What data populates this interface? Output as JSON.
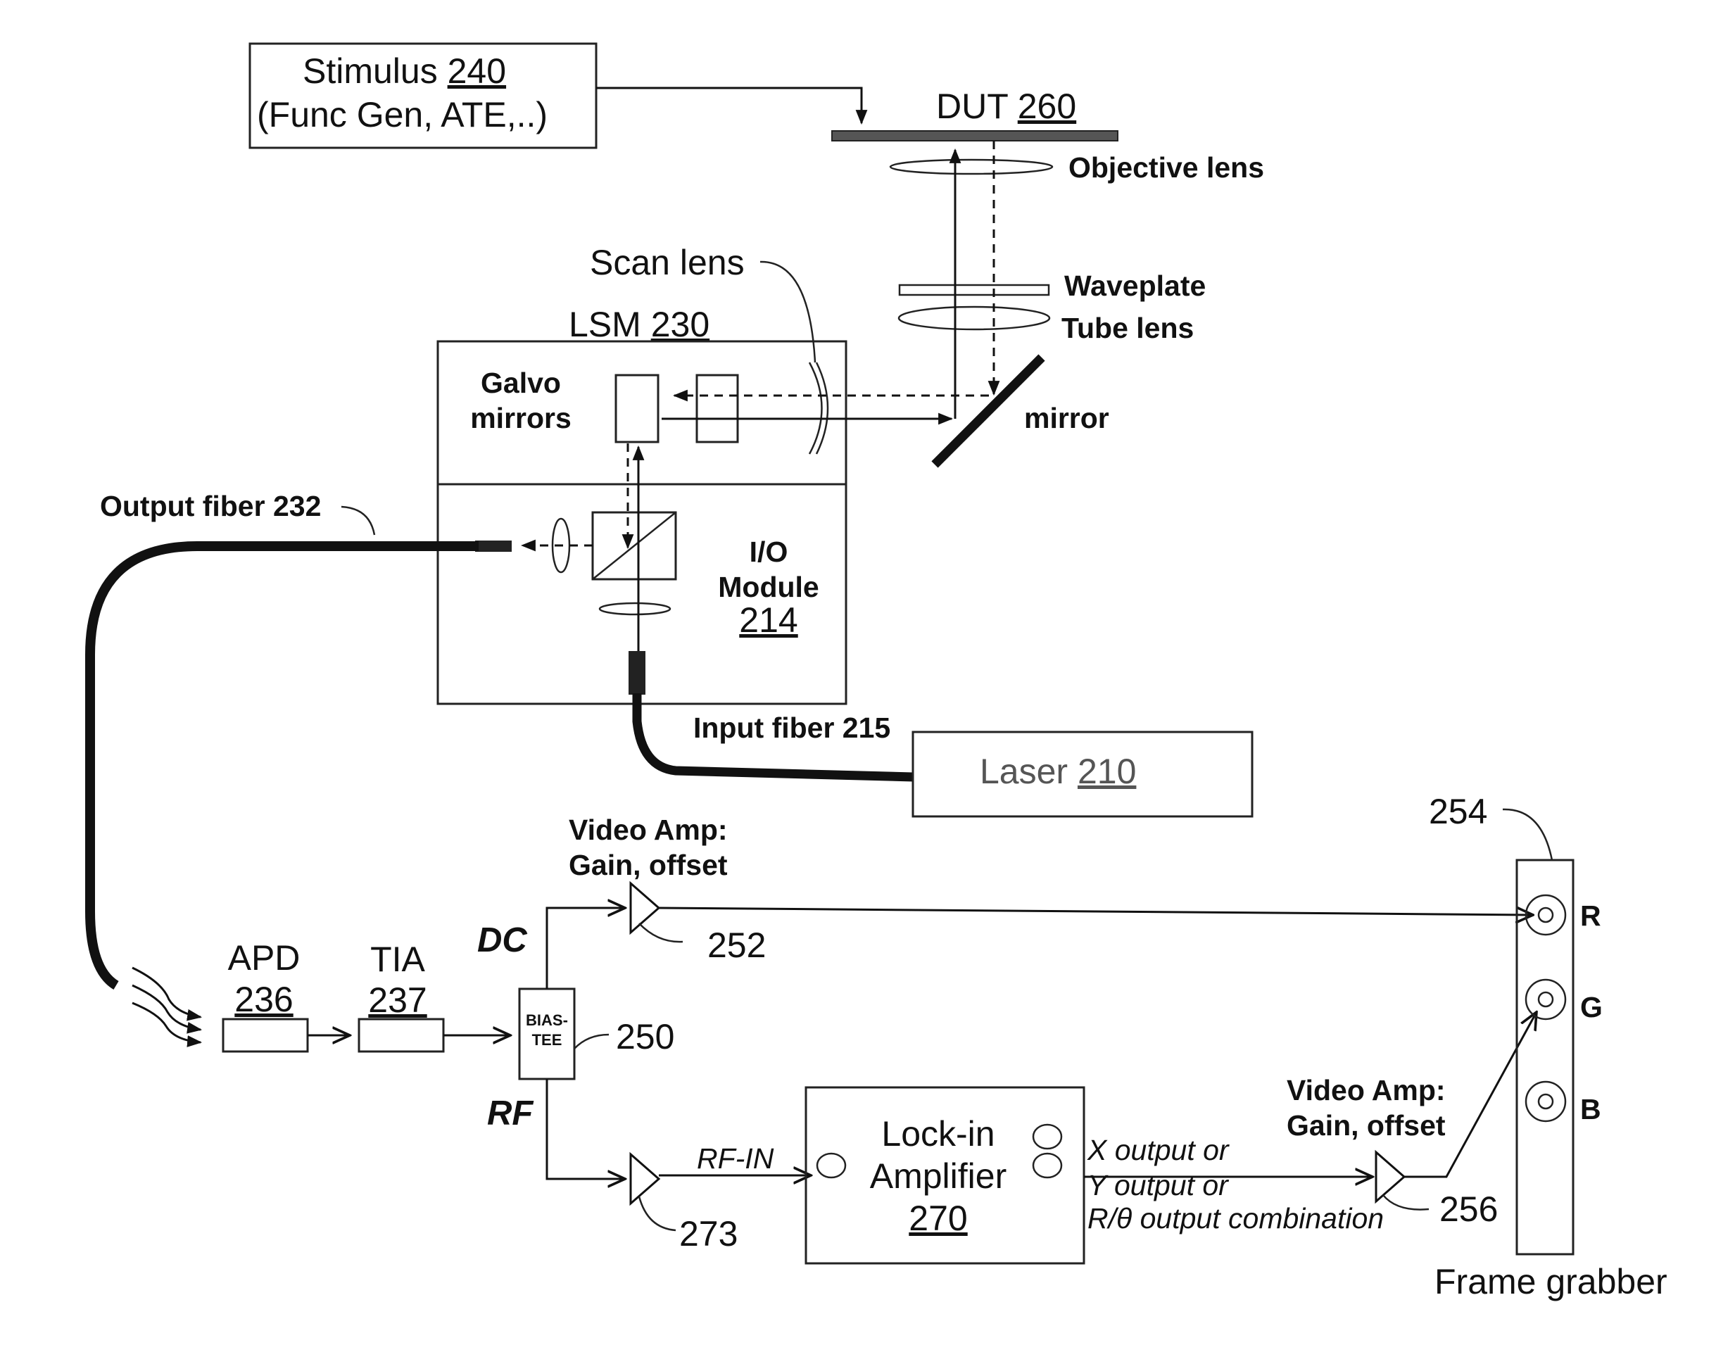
{
  "stimulus": {
    "line1_prefix": "Stimulus ",
    "line1_ref": "240",
    "line2": "(Func Gen, ATE,..)"
  },
  "dut": {
    "prefix": "DUT ",
    "ref": "260"
  },
  "optics": {
    "objective_lens": "Objective lens",
    "waveplate": "Waveplate",
    "tube_lens": "Tube lens",
    "mirror": "mirror",
    "scan_lens": "Scan lens"
  },
  "lsm": {
    "prefix": "LSM ",
    "ref": "230",
    "galvo_line1": "Galvo",
    "galvo_line2": "mirrors"
  },
  "io_module": {
    "line1": "I/O",
    "line2": "Module",
    "ref": "214"
  },
  "output_fiber": "Output fiber 232",
  "input_fiber": "Input fiber 215",
  "laser": {
    "prefix": "Laser ",
    "ref": "210"
  },
  "apd": {
    "label": "APD",
    "ref": "236"
  },
  "tia": {
    "label": "TIA",
    "ref": "237"
  },
  "bias_tee": {
    "line1": "BIAS-",
    "line2": "TEE",
    "ref": "250"
  },
  "dc_label": "DC",
  "rf_label": "RF",
  "video_amp_top": {
    "line1": "Video Amp:",
    "line2": "Gain, offset",
    "ref": "252"
  },
  "rf_amp": {
    "ref": "273",
    "rf_in": "RF-IN"
  },
  "lockin": {
    "line1": "Lock-in",
    "line2": "Amplifier",
    "ref": "270"
  },
  "lockin_output": {
    "line1": "X output or",
    "line2": "Y output or",
    "line3": "R/θ output combination"
  },
  "video_amp_bottom": {
    "line1": "Video Amp:",
    "line2": "Gain, offset",
    "ref": "256"
  },
  "frame_grabber": {
    "label": "Frame grabber",
    "ref": "254",
    "ch_r": "R",
    "ch_g": "G",
    "ch_b": "B"
  }
}
